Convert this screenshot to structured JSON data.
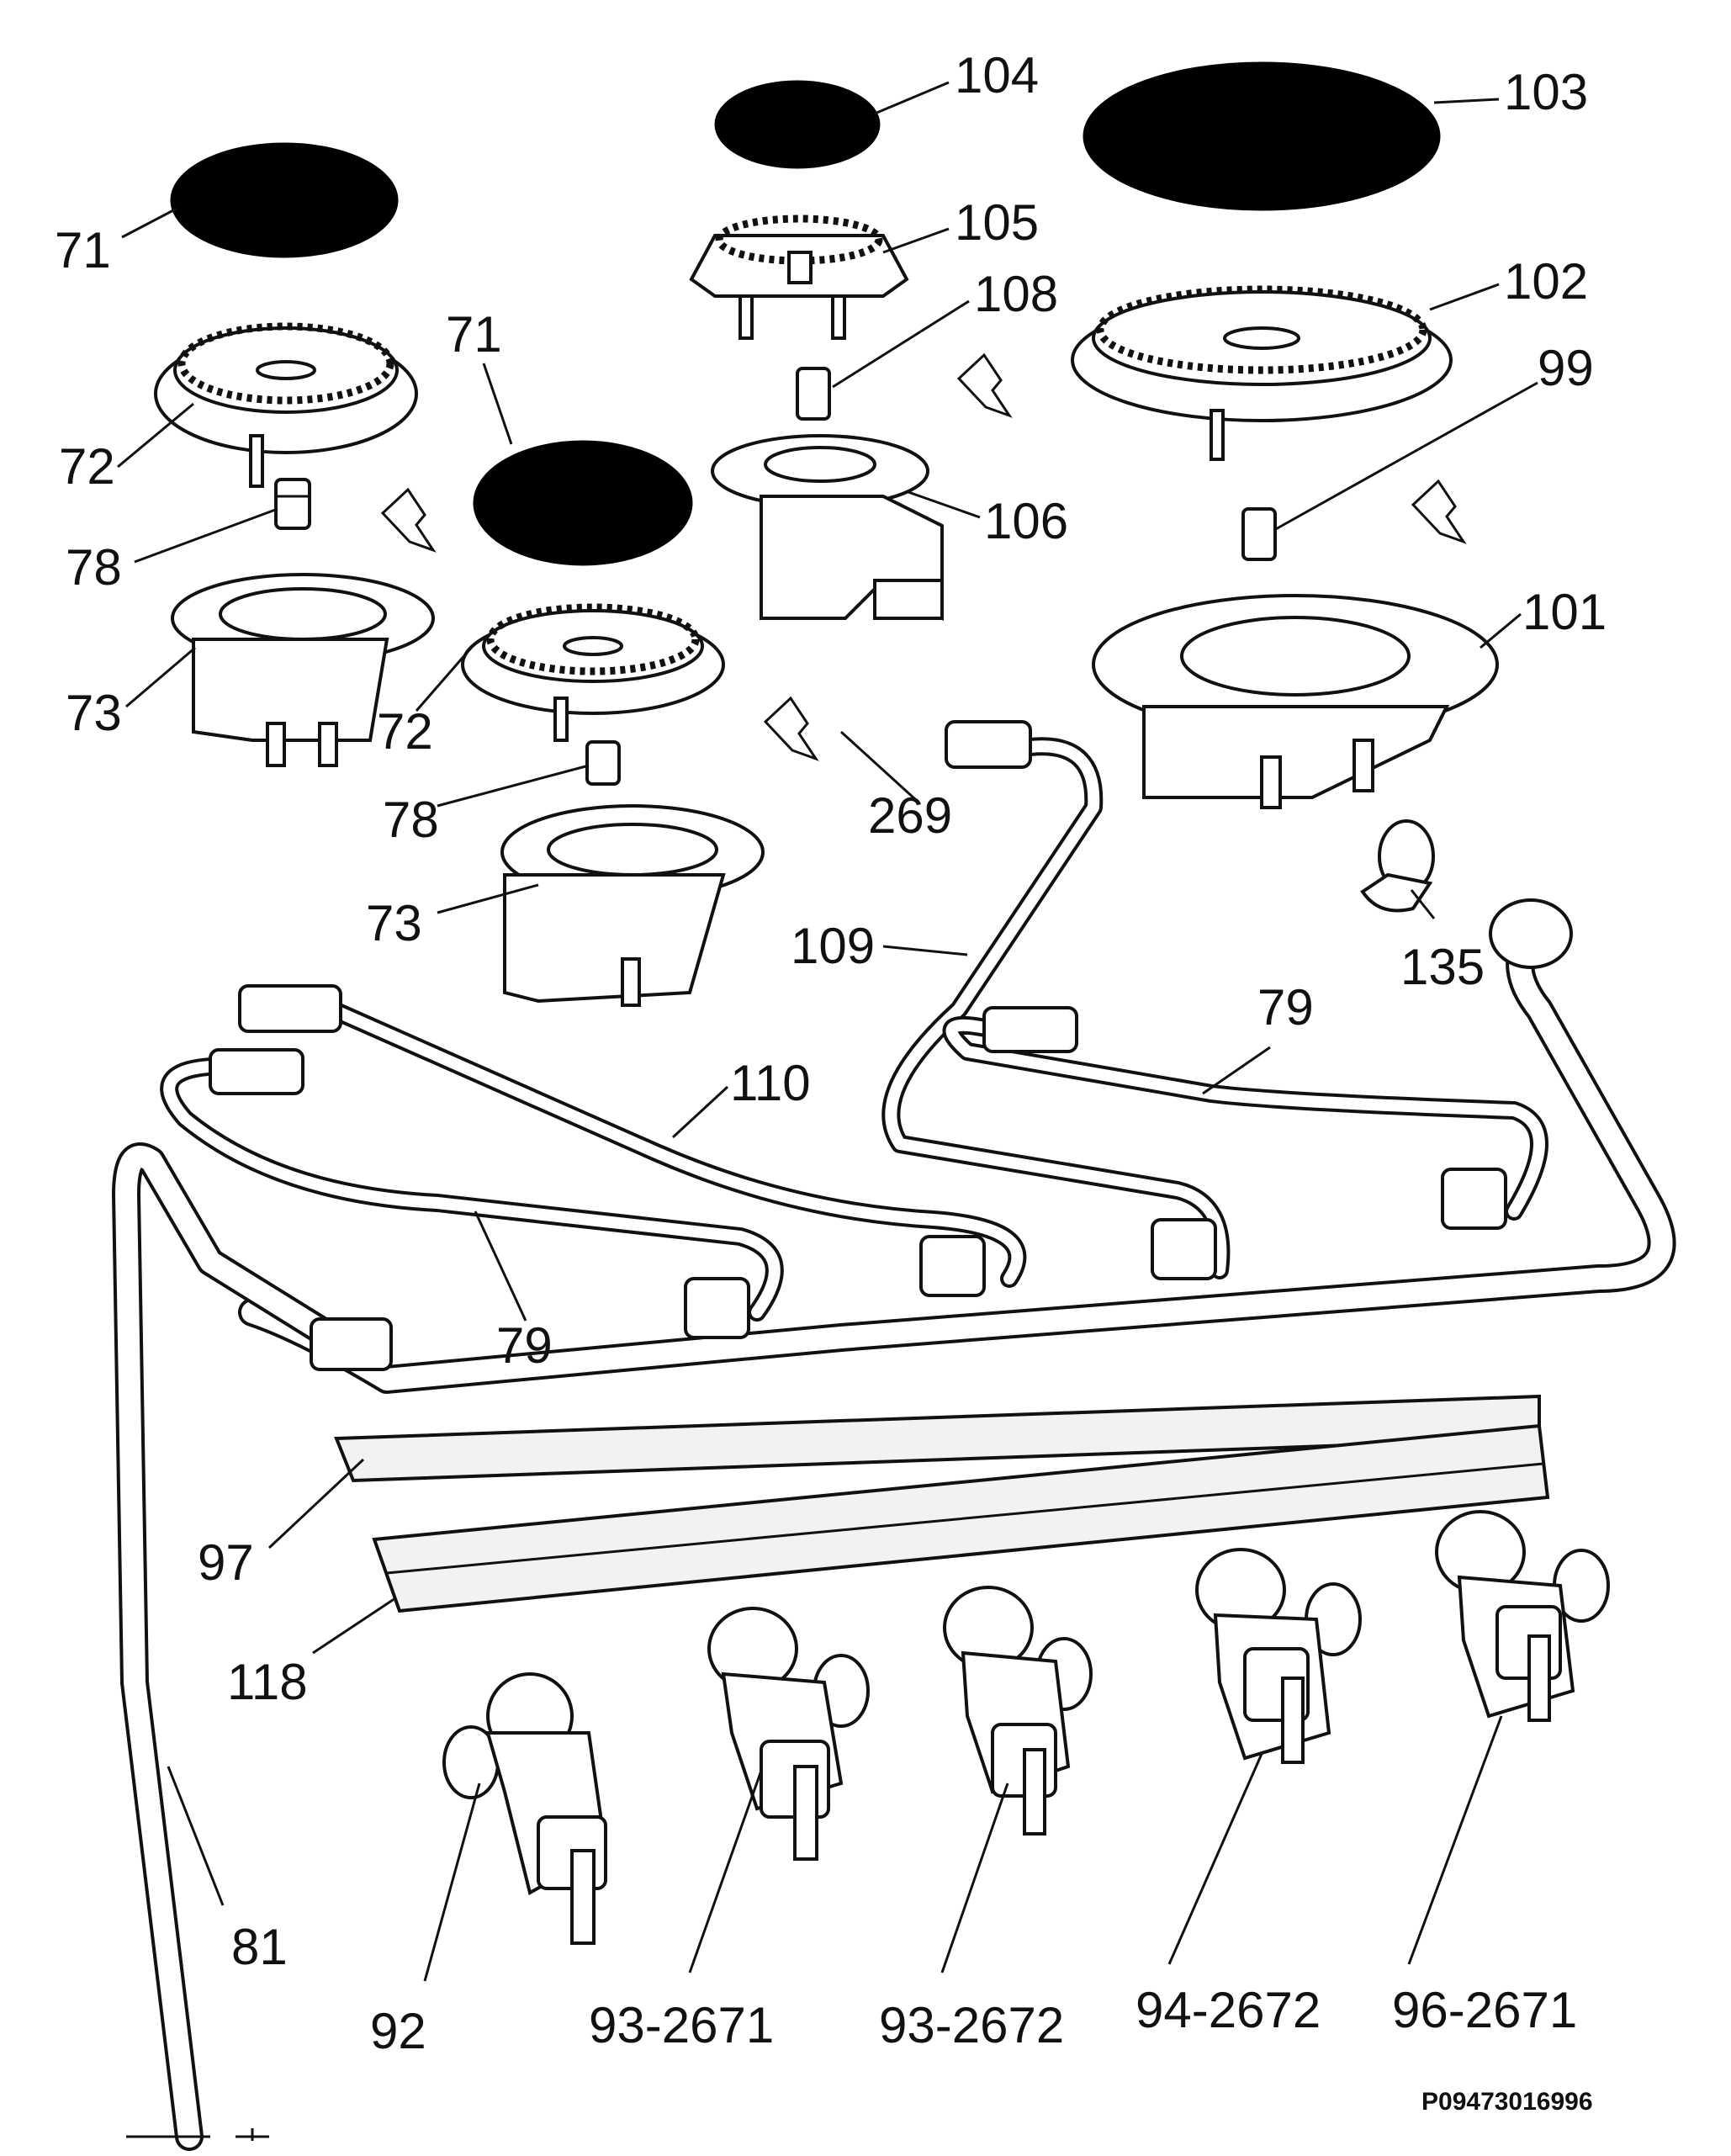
{
  "labels": {
    "l71a": "71",
    "l71b": "71",
    "l72a": "72",
    "l72b": "72",
    "l73a": "73",
    "l73b": "73",
    "l78a": "78",
    "l78b": "78",
    "l79a": "79",
    "l79b": "79",
    "l81": "81",
    "l92": "92",
    "l93a": "93-2671",
    "l93b": "93-2672",
    "l94": "94-2672",
    "l96": "96-2671",
    "l97": "97",
    "l99": "99",
    "l101": "101",
    "l102": "102",
    "l103": "103",
    "l104": "104",
    "l105": "105",
    "l106": "106",
    "l108": "108",
    "l109": "109",
    "l110": "110",
    "l118": "118",
    "l135": "135",
    "l269": "269"
  },
  "drawing_code": "P09473016996"
}
